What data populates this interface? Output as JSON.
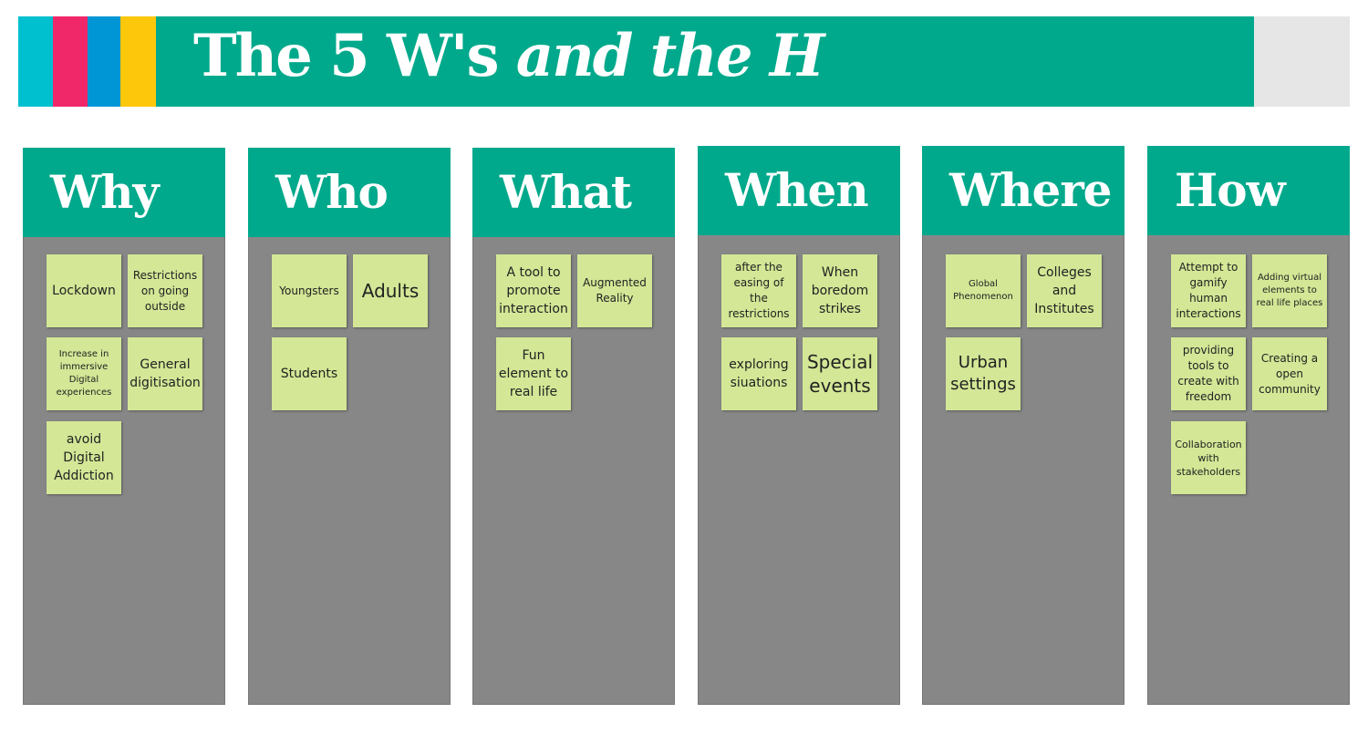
{
  "header": {
    "title_main": "The 5 W's",
    "title_italic": "and the H",
    "colors": [
      "#00c0d0",
      "#f0286a",
      "#0096d6",
      "#fdc70c"
    ],
    "accent": "#00a98b"
  },
  "columns": [
    {
      "title": "Why",
      "notes": [
        "Lockdown",
        "Restrictions on going outside",
        "Increase in immersive Digital experiences",
        "General digitisation",
        "avoid Digital Addiction"
      ]
    },
    {
      "title": "Who",
      "notes": [
        "Youngsters",
        "Adults",
        "Students"
      ]
    },
    {
      "title": "What",
      "notes": [
        "A tool to promote interaction",
        "Augmented Reality",
        "Fun element to real life"
      ]
    },
    {
      "title": "When",
      "notes": [
        "after the easing of the restrictions",
        "When boredom strikes",
        "exploring siuations",
        "Special events"
      ]
    },
    {
      "title": "Where",
      "notes": [
        "Global Phenomenon",
        "Colleges and Institutes",
        "Urban settings"
      ]
    },
    {
      "title": "How",
      "notes": [
        "Attempt to gamify human interactions",
        "Adding virtual elements to real life places",
        "providing tools to create with freedom",
        "Creating a open community",
        "Collaboration with stakeholders"
      ]
    }
  ]
}
